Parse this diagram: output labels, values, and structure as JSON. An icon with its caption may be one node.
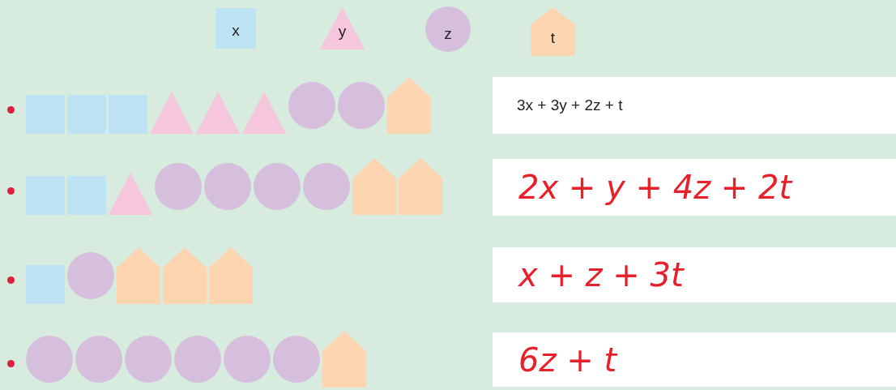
{
  "diagram": {
    "nodes": [
      {
        "text": [
          "x"
        ]
      },
      {
        "text": [
          "y"
        ]
      },
      {
        "text": [
          "z"
        ]
      },
      {
        "text": [
          "t"
        ]
      },
      {
        "text": [],
        "shape": "box"
      },
      {
        "text": [],
        "shape": "box"
      },
      {
        "text": [],
        "shape": "box"
      },
      {
        "text": [],
        "shape": "triangle"
      },
      {
        "text": [],
        "shape": "triangle"
      },
      {
        "text": [],
        "shape": "triangle"
      },
      {
        "text": [],
        "shape": "circle"
      },
      {
        "text": [],
        "shape": "circle"
      },
      {
        "text": [],
        "shape": "house"
      },
      {
        "text": [
          "3x + 3y + 2z + t"
        ]
      },
      {
        "text": [],
        "shape": "box"
      },
      {
        "text": [],
        "shape": "box"
      },
      {
        "text": [],
        "shape": "triangle"
      },
      {
        "text": [],
        "shape": "circle"
      },
      {
        "text": [],
        "shape": "circle"
      },
      {
        "text": [],
        "shape": "circle"
      },
      {
        "text": [],
        "shape": "circle"
      },
      {
        "text": [],
        "shape": "house"
      },
      {
        "text": [],
        "shape": "house"
      },
      {
        "text": [
          "2x + y + 4z + 2t"
        ]
      },
      {
        "text": [],
        "shape": "box"
      },
      {
        "text": [],
        "shape": "circle"
      },
      {
        "text": [],
        "shape": "house"
      },
      {
        "text": [],
        "shape": "house"
      },
      {
        "text": [],
        "shape": "house"
      },
      {
        "text": [
          "x + z + 3t"
        ]
      },
      {
        "text": [],
        "shape": "circle"
      },
      {
        "text": [],
        "shape": "circle"
      },
      {
        "text": [],
        "shape": "circle"
      },
      {
        "text": [],
        "shape": "circle"
      },
      {
        "text": [],
        "shape": "circle"
      },
      {
        "text": [],
        "shape": "circle"
      },
      {
        "text": [],
        "shape": "house"
      },
      {
        "text": [
          "6z + t"
        ]
      }
    ]
  }
}
